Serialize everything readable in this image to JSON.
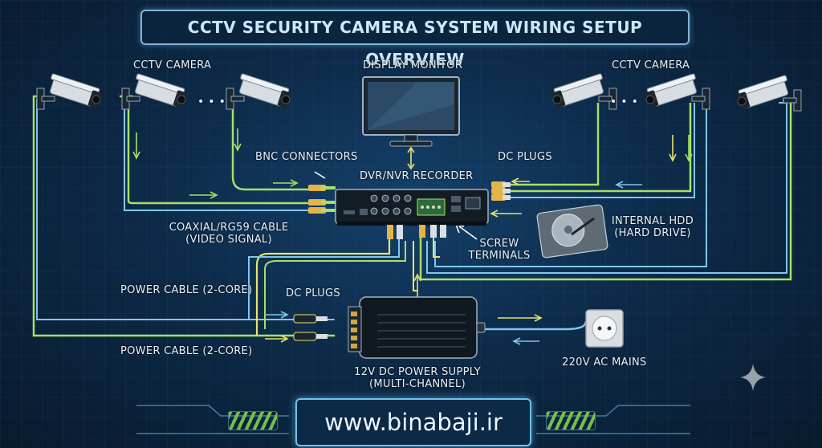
{
  "title": "CCTV SECURITY CAMERA SYSTEM WIRING SETUP OVERVIEW",
  "labels": {
    "camera_left": "CCTV CAMERA",
    "camera_right": "CCTV CAMERA",
    "monitor": "DISPLAY MONITOR",
    "bnc": "BNC CONNECTORS",
    "dvr": "DVR/NVR RECORDER",
    "dc_plugs_top": "DC PLUGS",
    "coax_line1": "COAXIAL/RG59 CABLE",
    "coax_line2": "(VIDEO SIGNAL)",
    "hdd_line1": "INTERNAL HDD",
    "hdd_line2": "(HARD DRIVE)",
    "screw_line1": "SCREW",
    "screw_line2": "TERMINALS",
    "power_cable_top": "POWER CABLE (2-CORE)",
    "dc_plugs_bottom": "DC PLUGS",
    "power_cable_bottom": "POWER CABLE (2-CORE)",
    "psu_line1": "12V DC POWER SUPPLY",
    "psu_line2": "(MULTI-CHANNEL)",
    "mains": "220V AC MAINS",
    "ellipsis": "• • •"
  },
  "footer": {
    "url": "www.binabaji.ir"
  },
  "colors": {
    "video_cable": "#a7e066",
    "power_cable": "#e9e36a",
    "blue_cable": "#7fc7ef",
    "device_dark": "#131c24",
    "text": "#e8f2fb"
  },
  "icons": [
    "cctv-camera-icon",
    "display-monitor-icon",
    "dvr-recorder-icon",
    "hard-drive-icon",
    "power-supply-icon",
    "wall-socket-icon",
    "sparkle-icon"
  ]
}
